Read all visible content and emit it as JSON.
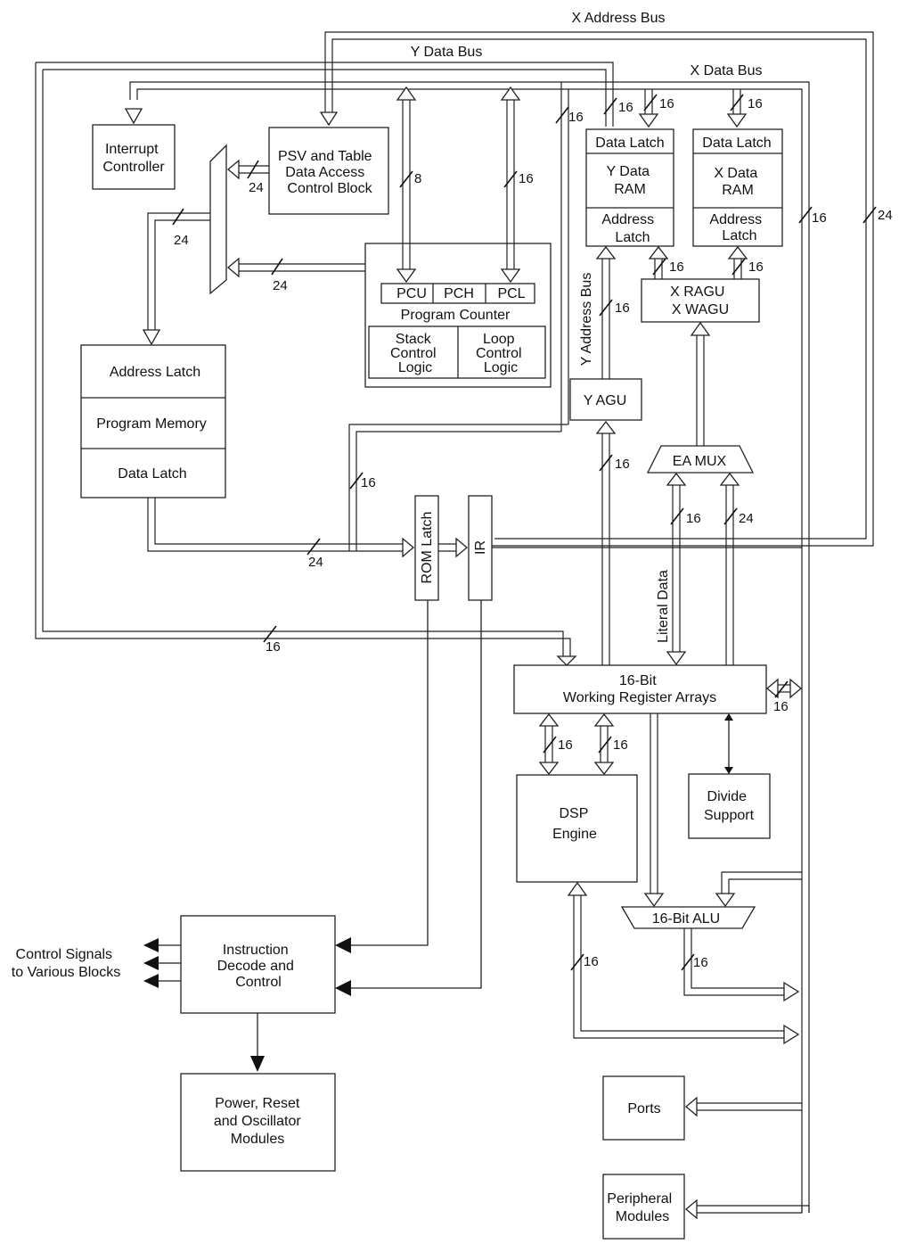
{
  "buses": {
    "x_address": "X Address Bus",
    "y_data": "Y Data Bus",
    "x_data": "X Data Bus",
    "y_address": "Y Address Bus",
    "literal_data": "Literal Data"
  },
  "blocks": {
    "interrupt": [
      "Interrupt",
      "Controller"
    ],
    "psv": [
      "PSV and Table",
      "Data Access",
      "Control Block"
    ],
    "y_latch_top": "Data Latch",
    "y_ram": [
      "Y Data",
      "RAM"
    ],
    "y_addr_latch": [
      "Address",
      "Latch"
    ],
    "x_latch_top": "Data Latch",
    "x_ram": [
      "X Data",
      "RAM"
    ],
    "x_addr_latch": [
      "Address",
      "Latch"
    ],
    "pcu": "PCU",
    "pch": "PCH",
    "pcl": "PCL",
    "program_counter": "Program Counter",
    "stack": [
      "Stack",
      "Control",
      "Logic"
    ],
    "loop": [
      "Loop",
      "Control",
      "Logic"
    ],
    "ragu": [
      "X RAGU",
      "X WAGU"
    ],
    "address_latch": "Address Latch",
    "program_memory": "Program Memory",
    "data_latch": "Data Latch",
    "yagu": "Y AGU",
    "ea_mux": "EA MUX",
    "rom_latch": "ROM Latch",
    "ir": "IR",
    "wreg": [
      "16-Bit",
      "Working Register Arrays"
    ],
    "dsp": [
      "DSP",
      "Engine"
    ],
    "divide": [
      "Divide",
      "Support"
    ],
    "alu": "16-Bit ALU",
    "decode": [
      "Instruction",
      "Decode and",
      "Control"
    ],
    "control_signals": [
      "Control Signals",
      "to Various Blocks"
    ],
    "power": [
      "Power, Reset",
      "and Oscillator",
      "Modules"
    ],
    "ports": "Ports",
    "peripheral": [
      "Peripheral",
      "Modules"
    ]
  },
  "widths": {
    "w16": "16",
    "w24": "24",
    "w8": "8"
  }
}
